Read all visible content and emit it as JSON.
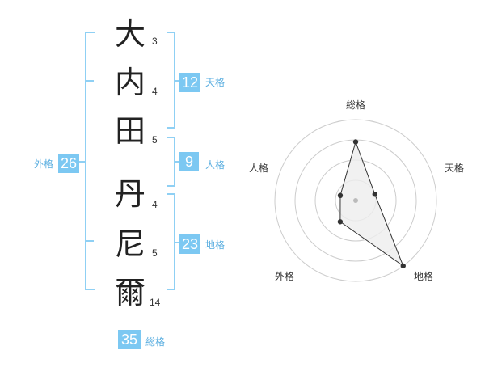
{
  "name": {
    "characters": [
      {
        "char": "大",
        "strokes": "3"
      },
      {
        "char": "内",
        "strokes": "4"
      },
      {
        "char": "田",
        "strokes": "5"
      },
      {
        "char": "丹",
        "strokes": "4"
      },
      {
        "char": "尼",
        "strokes": "5"
      },
      {
        "char": "爾",
        "strokes": "14"
      }
    ]
  },
  "fortune": {
    "tenkaku": {
      "label": "天格",
      "value": "12"
    },
    "jinkaku": {
      "label": "人格",
      "value": "9"
    },
    "chikaku": {
      "label": "地格",
      "value": "23"
    },
    "gaikaku": {
      "label": "外格",
      "value": "26"
    },
    "soukaku": {
      "label": "総格",
      "value": "35"
    }
  },
  "radar": {
    "axes": [
      "総格",
      "天格",
      "地格",
      "外格",
      "人格"
    ],
    "levels": 4,
    "values": [
      2.9,
      1.0,
      4.0,
      1.3,
      0.8
    ],
    "max": 4,
    "colors": {
      "grid": "#cccccc",
      "fill": "#eeeeee",
      "line": "#333333",
      "center": "#bbbbbb"
    }
  },
  "colors": {
    "accent": "#7cc8f2",
    "accent_text": "#5aaee0",
    "bracket": "#8fd0f4"
  }
}
